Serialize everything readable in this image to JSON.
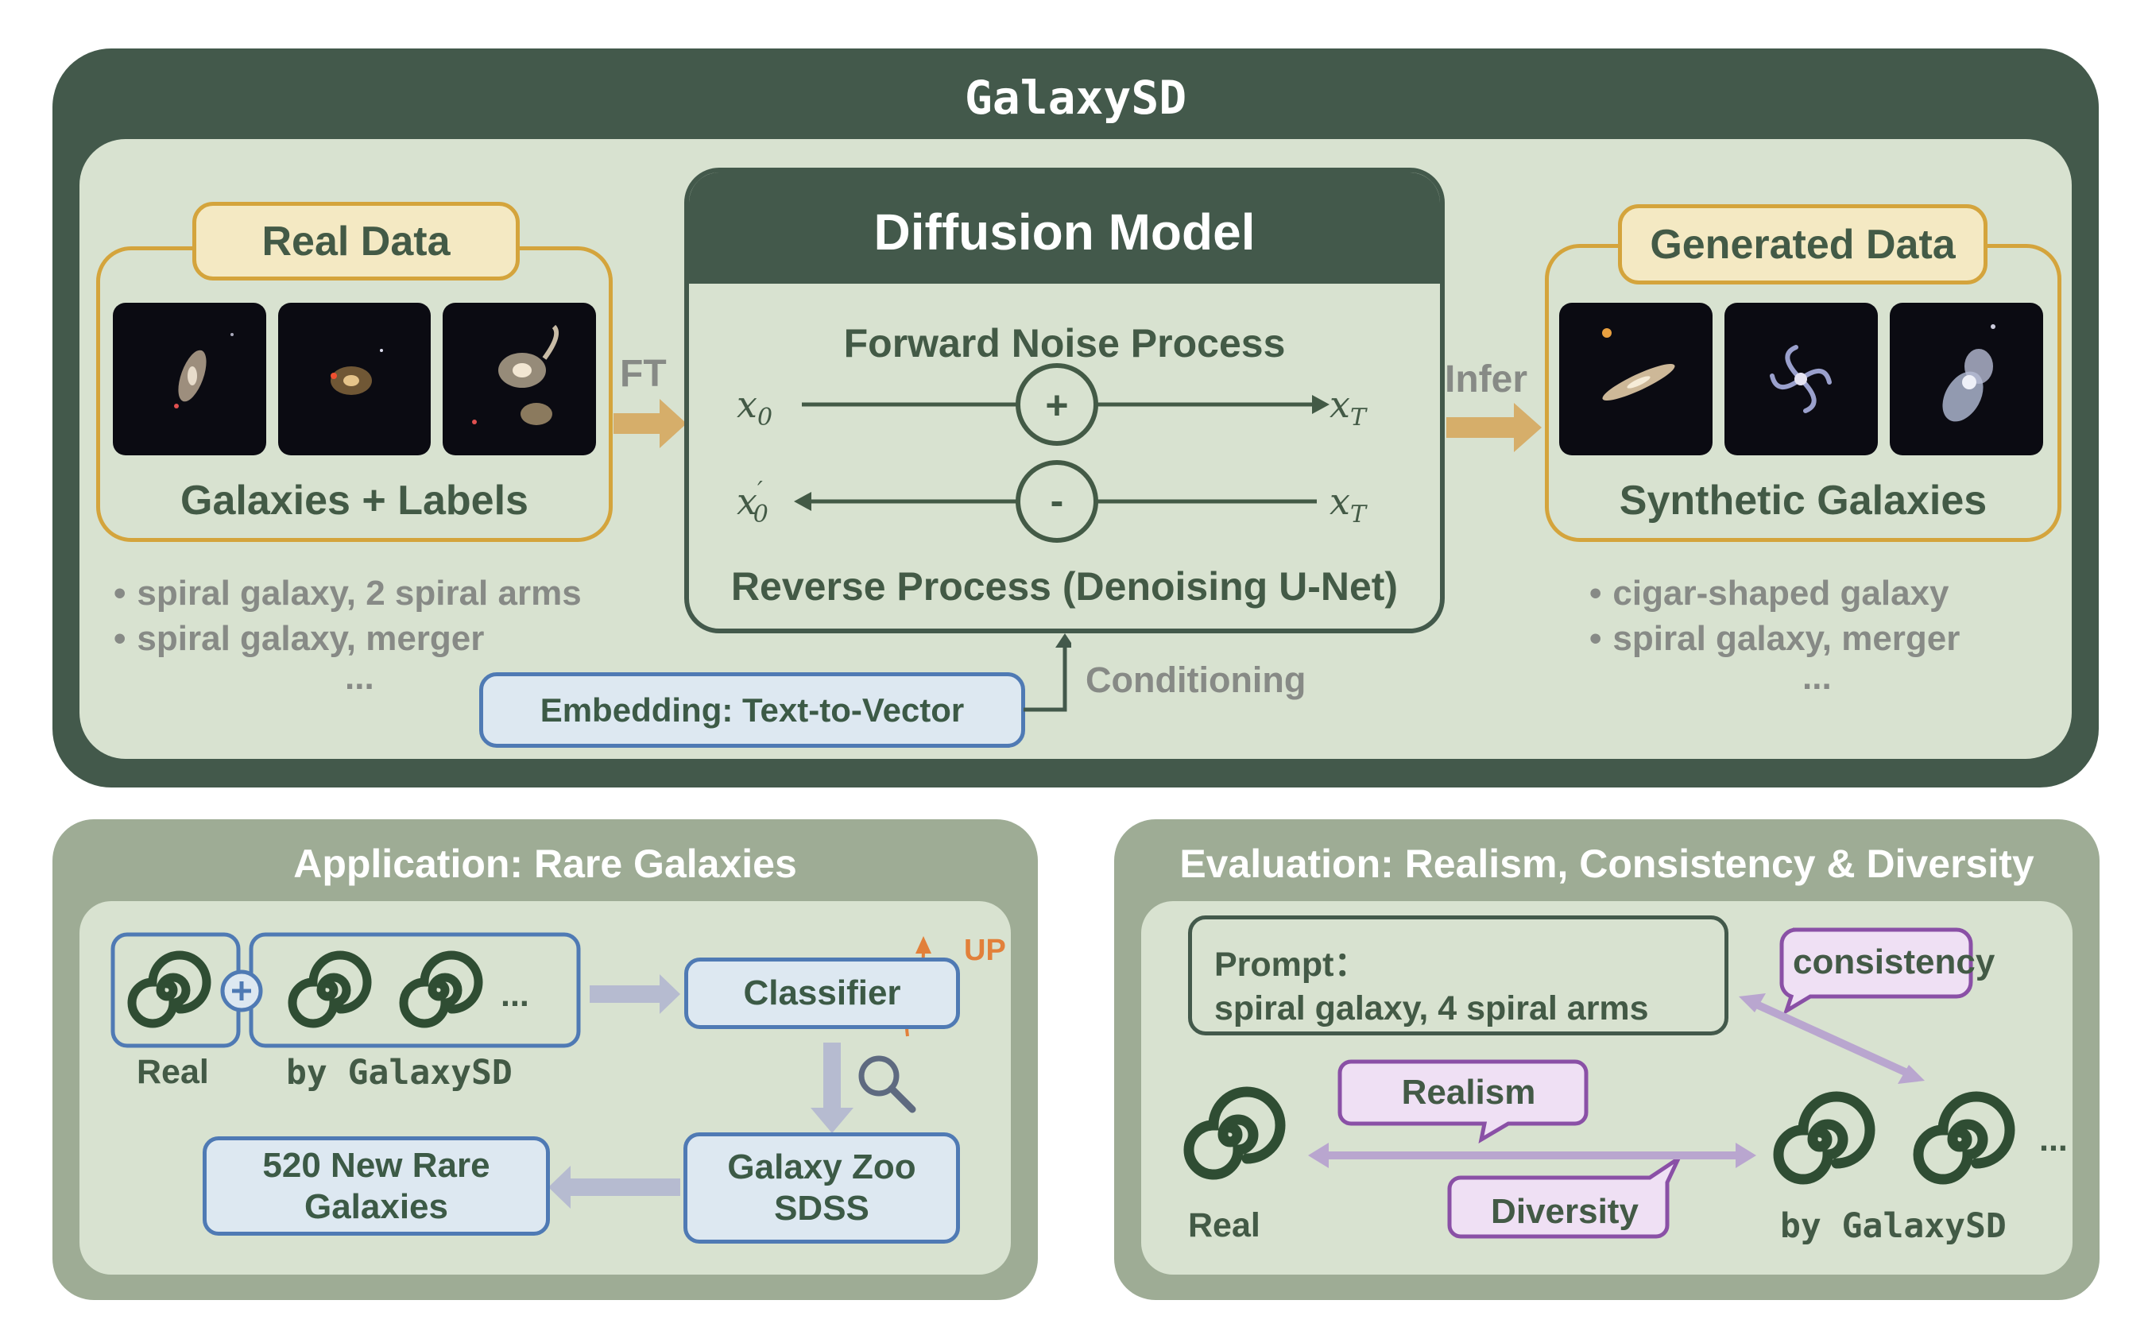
{
  "top": {
    "title": "GalaxySD",
    "real_data": {
      "tag": "Real Data",
      "caption": "Galaxies + Labels",
      "labels": [
        "spiral galaxy, 2 spiral arms",
        "spiral galaxy, merger"
      ],
      "ellipsis": "..."
    },
    "ft_label": "FT",
    "diffusion": {
      "title": "Diffusion Model",
      "forward": "Forward Noise Process",
      "reverse": "Reverse Process (Denoising U-Net)",
      "plus": "+",
      "minus": "-"
    },
    "infer_label": "Infer",
    "generated_data": {
      "tag": "Generated Data",
      "caption": "Synthetic Galaxies",
      "labels": [
        "cigar-shaped galaxy",
        "spiral galaxy, merger"
      ],
      "ellipsis": "..."
    },
    "embedding": "Embedding: Text-to-Vector",
    "conditioning": "Conditioning"
  },
  "application": {
    "title": "Application: Rare Galaxies",
    "real_label": "Real",
    "by_label": "by GalaxySD",
    "ellipsis": "...",
    "classifier": "Classifier",
    "up": "UP",
    "zoo_line1": "Galaxy Zoo",
    "zoo_line2": "SDSS",
    "rare_line1": "520 New Rare",
    "rare_line2": "Galaxies"
  },
  "evaluation": {
    "title": "Evaluation: Realism, Consistency & Diversity",
    "prompt_line1": "Prompt：",
    "prompt_line2": "spiral galaxy, 4 spiral arms",
    "consistency": "consistency",
    "realism": "Realism",
    "diversity": "Diversity",
    "real_label": "Real",
    "by_label": "by GalaxySD",
    "ellipsis": "..."
  },
  "colors": {
    "dark_green": "#43594b",
    "light_green": "#d8e2d0",
    "sage": "#9eac95",
    "gold": "#d4a43c",
    "blue": "#4f7ab4",
    "purple": "#8a50a6",
    "orange": "#e2803a"
  }
}
